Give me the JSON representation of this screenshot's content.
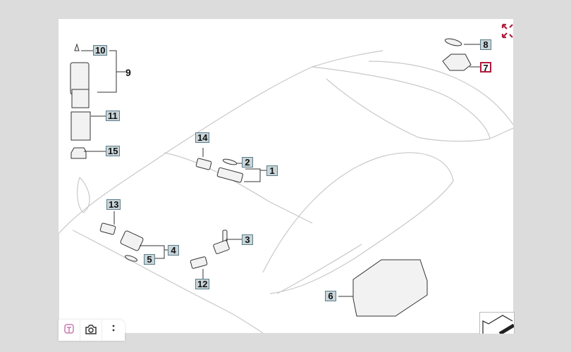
{
  "diagram": {
    "labels": {
      "p1": "1",
      "p2": "2",
      "p3": "3",
      "p4": "4",
      "p5": "5",
      "p6": "6",
      "p7": "7",
      "p8": "8",
      "p9": "9",
      "p10": "10",
      "p11": "11",
      "p12": "12",
      "p13": "13",
      "p14": "14",
      "p15": "15"
    },
    "selected_part": "7"
  },
  "colors": {
    "accent": "#b01c3c",
    "label_fill": "#c9d5d9",
    "label_border": "#5d7c88"
  },
  "icons": {
    "expand": "expand-icon",
    "text": "text-select-icon",
    "camera": "camera-icon",
    "more": "more-vertical-icon"
  }
}
